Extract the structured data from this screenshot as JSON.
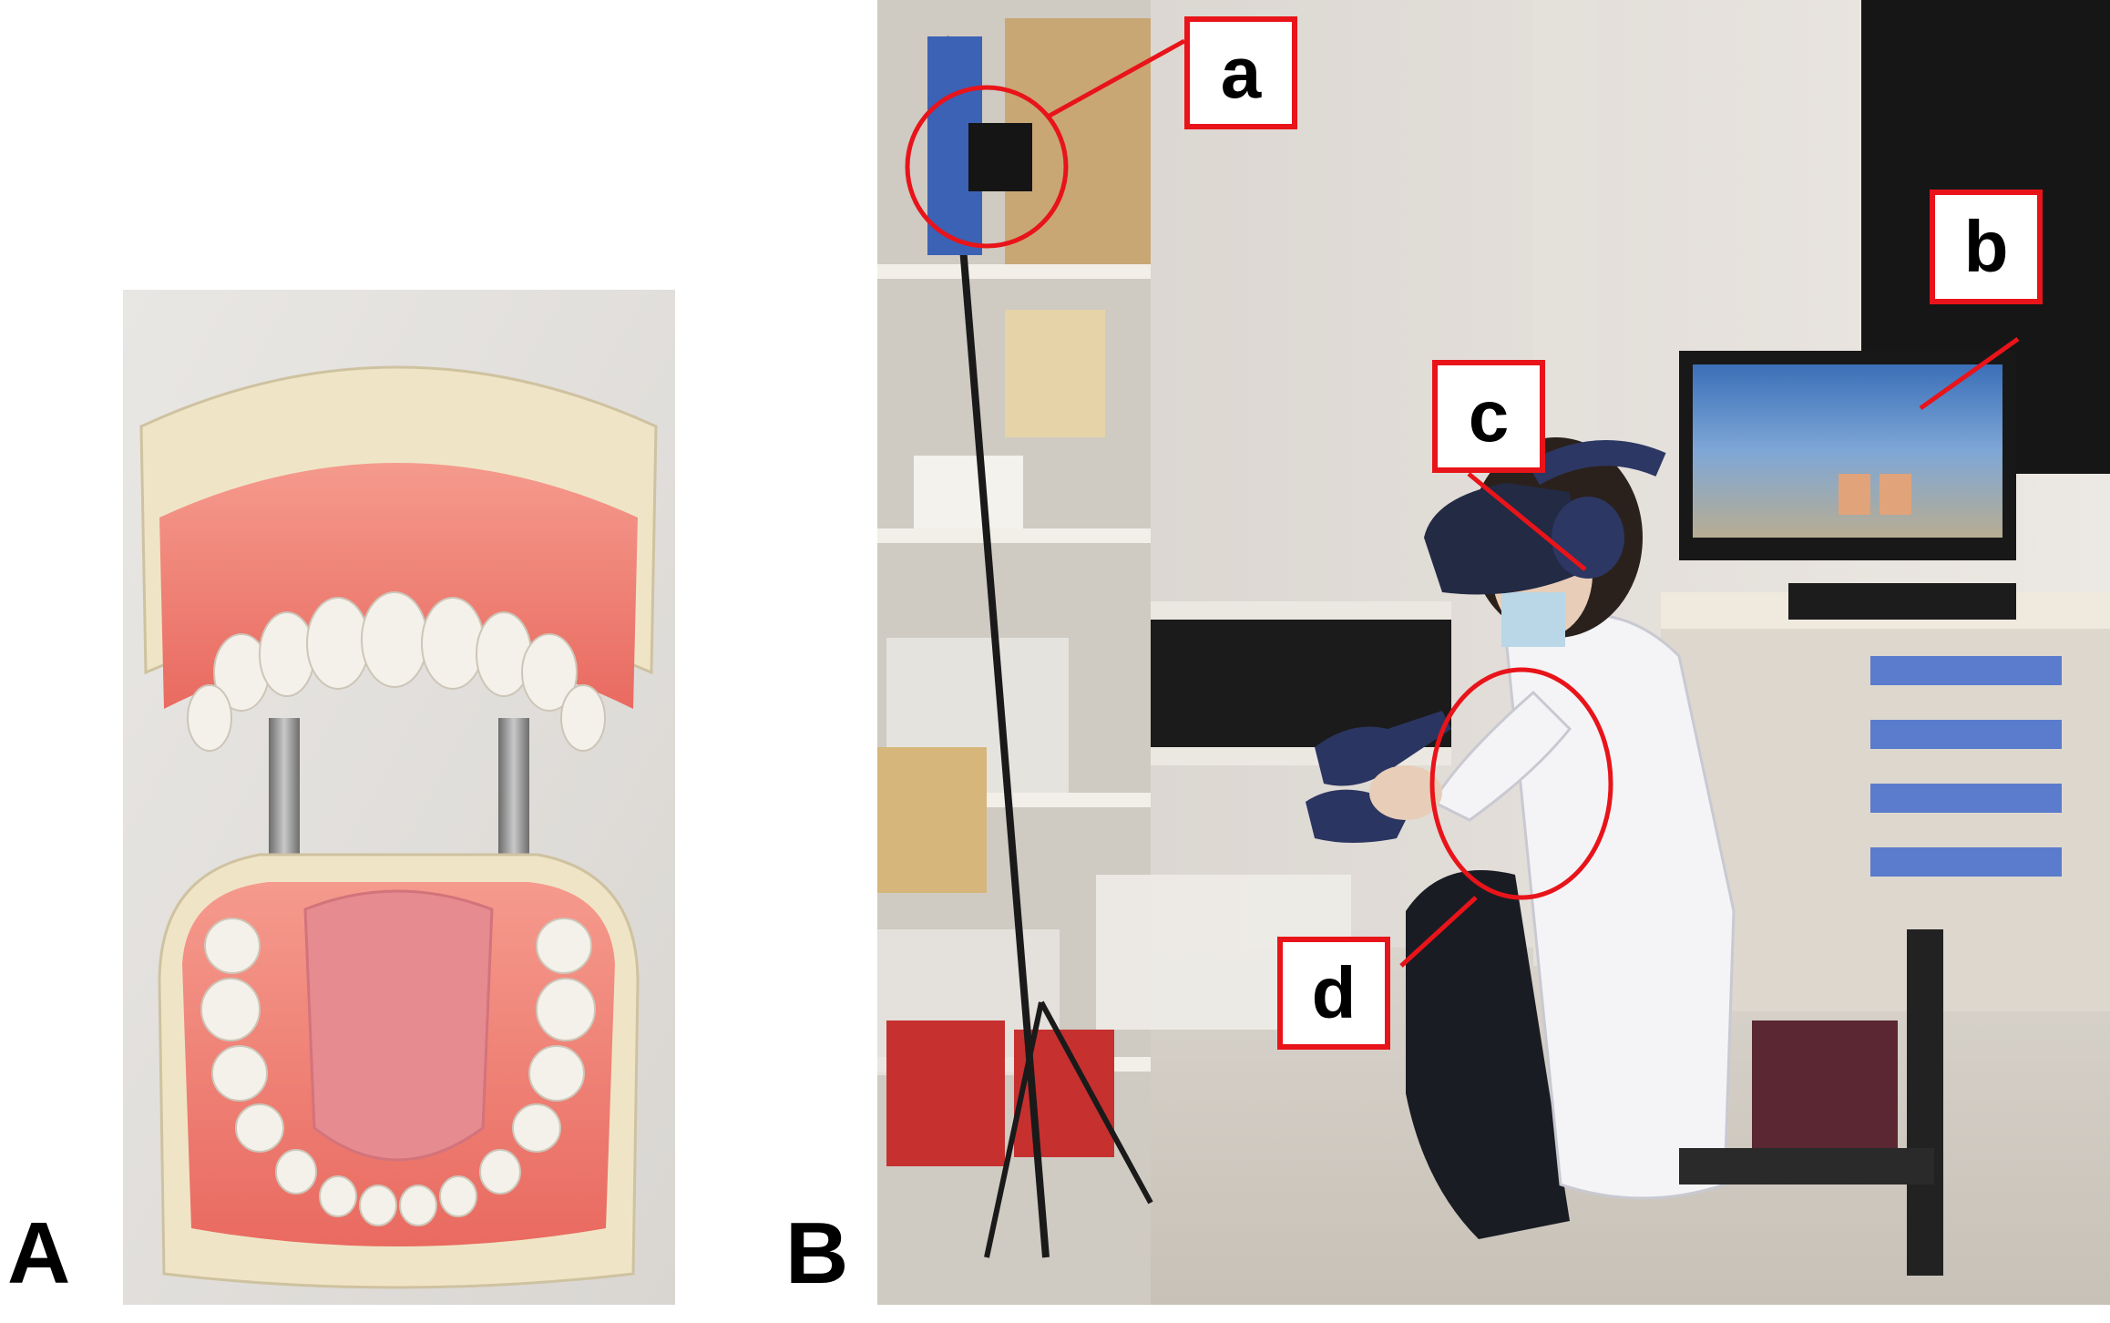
{
  "panels": {
    "a": {
      "letter": "A"
    },
    "b": {
      "letter": "B"
    }
  },
  "callouts": [
    {
      "id": "a",
      "label": "a"
    },
    {
      "id": "b",
      "label": "b"
    },
    {
      "id": "c",
      "label": "c"
    },
    {
      "id": "d",
      "label": "d"
    }
  ],
  "colors": {
    "callout_red": "#e8141a",
    "gum_pink": "#f07e74",
    "tooth_white": "#f4f1ea",
    "tongue_pink": "#e68b90",
    "model_base": "#efe5c6",
    "headset_navy": "#26305a"
  }
}
